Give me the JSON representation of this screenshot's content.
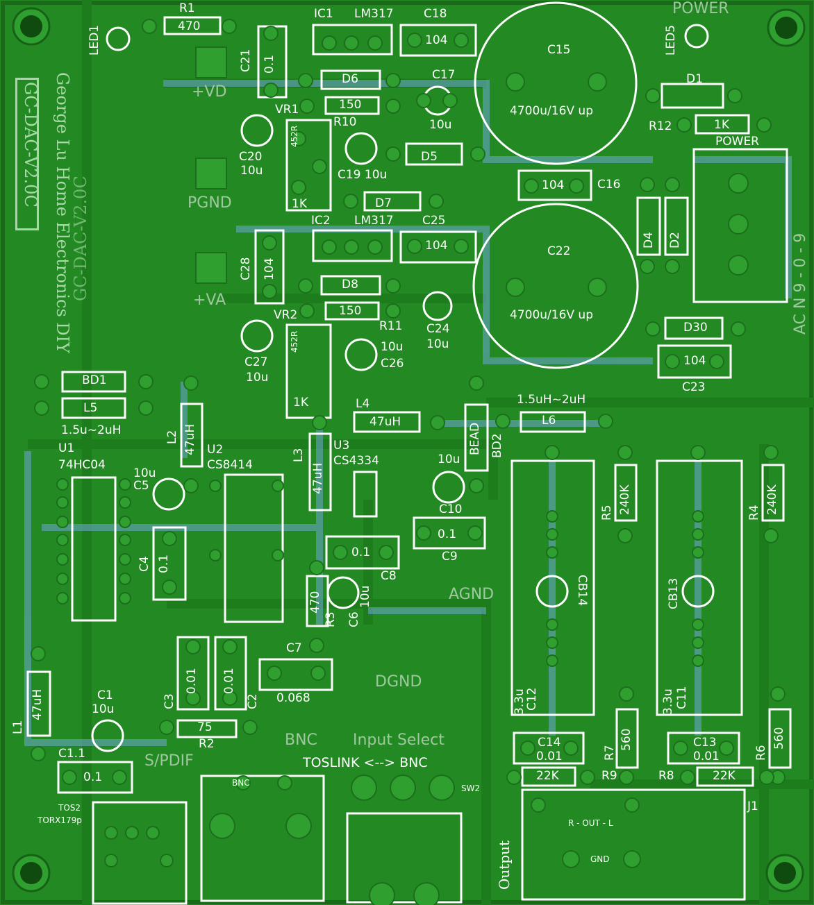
{
  "colors": {
    "board": "#238a23",
    "silk": "#ffffff",
    "trace": "#1d7d1d",
    "pad": "#2fa02f"
  },
  "top": {
    "r1_ref": "R1",
    "r1_val": "470",
    "led1": "LED1",
    "ic1": "IC1",
    "lm317_1": "LM317",
    "c18": "C18",
    "c18_val": "104",
    "power": "POWER",
    "led5": "LED5"
  },
  "left": {
    "title": "GC-DAC-V2.0C",
    "author": "George Lu Home Electronics DIY",
    "mirror": "GC-DAC-V2.0C"
  },
  "vd": {
    "c21": "C21",
    "c21_val": "0.1",
    "vd": "+VD",
    "vr1": "VR1",
    "d6": "D6",
    "r10_val": "150",
    "r10": "R10",
    "c17": "C17",
    "c17_val": "10u",
    "c15": "C15",
    "c15_val": "4700u/16V up",
    "d1": "D1",
    "r12": "R12",
    "r12_val": "1K",
    "power2": "POWER",
    "c20": "C20",
    "c20_val": "10u",
    "vr_val": "452R",
    "c19": "C19 10u",
    "d5": "D5",
    "c16": "C16",
    "c16_val": "104",
    "pgnd": "PGND",
    "k1": "1K",
    "d7": "D7"
  },
  "va": {
    "ic2": "IC2",
    "lm317_2": "LM317",
    "c25": "C25",
    "c25_val": "104",
    "c22": "C22",
    "c22_val": "4700u/16V up",
    "c28": "C28",
    "c28_val": "104",
    "va": "+VA",
    "d8": "D8",
    "vr2": "VR2",
    "r11_val": "150",
    "r11": "R11",
    "c24": "C24",
    "c24_val": "10u",
    "d4": "D4",
    "d2": "D2",
    "acn": "AC N 9 - 0 - 9",
    "d30": "D30",
    "c27": "C27",
    "c27_val": "10u",
    "c26": "C26",
    "c26_val": "10u",
    "vr2_val": "452R",
    "k2": "1K",
    "c23": "C23",
    "c23_val": "104"
  },
  "mid": {
    "bd1": "BD1",
    "l5": "L5",
    "l5_val": "1.5u~2uH",
    "l2": "L2",
    "l2_val": "47uH",
    "l4": "L4",
    "l4_val": "47uH",
    "l3": "L3",
    "l3_val": "47uH",
    "bead": "BEAD",
    "bd2": "BD2",
    "l6": "L6",
    "l6_val": "1.5uH~2uH",
    "u1": "U1",
    "u1_val": "74HC04",
    "u2": "U2",
    "u2_val": "CS8414",
    "u3": "U3",
    "u3_val": "CS4334",
    "c5": "C5",
    "c5_val": "10u",
    "c10": "C10",
    "c10_val": "10u",
    "c9": "C9",
    "c9_val": "0.1",
    "c4": "C4",
    "c4_val": "0.1",
    "c8": "C8",
    "c8_val": "0.1",
    "r3": "R3",
    "r3_val": "470",
    "c6": "C6",
    "c6_val": "10u",
    "agnd": "AGND",
    "r5": "R5",
    "r5_val": "240K",
    "r4": "R4",
    "r4_val": "240K",
    "cb14": "CB14",
    "cb13": "CB13"
  },
  "bottom": {
    "c7": "C7",
    "c7_val": "0.068",
    "c3": "C3",
    "c3_val": "0.01",
    "c2": "C2",
    "c2_val": "0.01",
    "dgnd": "DGND",
    "l1": "L1",
    "l1_val": "47uH",
    "c1": "C1",
    "c1_val": "10u",
    "r2": "R2",
    "r2_val": "75",
    "bnc_lbl": "BNC",
    "input_select": "Input Select",
    "toslink_bnc": "TOSLINK <--> BNC",
    "spdif": "S/PDIF",
    "c11_1": "C1.1",
    "c11_val": "0.1",
    "tos2": "TOS2",
    "torx": "TORX179p",
    "bnc_small": "BNC",
    "sw2": "SW2",
    "c12": "C12",
    "c12_val": "3.3u",
    "c11": "C11",
    "c11b_val": "3.3u",
    "r7": "R7",
    "r7_val": "560",
    "r6": "R6",
    "r6_val": "560",
    "c14": "C14",
    "c14_val": "0.01",
    "c13": "C13",
    "c13_val": "0.01",
    "r9": "R9",
    "r9_val": "22K",
    "r8": "R8",
    "r8_val": "22K",
    "j1": "J1",
    "rout": "R - OUT - L",
    "gnd": "GND",
    "output": "Output"
  }
}
